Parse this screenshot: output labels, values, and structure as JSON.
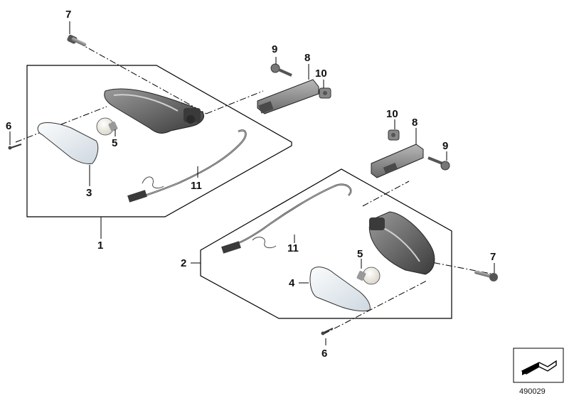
{
  "diagram": {
    "callouts": {
      "assembly_left": "1",
      "assembly_right": "2",
      "lens_left": "3",
      "lens_right": "4",
      "bulb_left": "5",
      "bulb_right": "5",
      "screw_small_left": "6",
      "screw_small_right": "6",
      "bolt_left": "7",
      "bolt_right": "7",
      "bracket_left": "8",
      "bracket_right": "8",
      "screw_bracket_left": "9",
      "screw_bracket_right": "9",
      "nut_left": "10",
      "nut_right": "10",
      "cable_left": "11",
      "cable_right": "11"
    },
    "reference_number": "490029"
  },
  "colors": {
    "housing": "#6b6b6b",
    "housing_dark": "#3a3a3a",
    "lens": "#e9eef3",
    "bulb": "#f4f2ea",
    "bracket": "#8a8a8a",
    "line": "#000000"
  },
  "icons": {
    "nav_arrow": "navigation-arrow-icon"
  }
}
